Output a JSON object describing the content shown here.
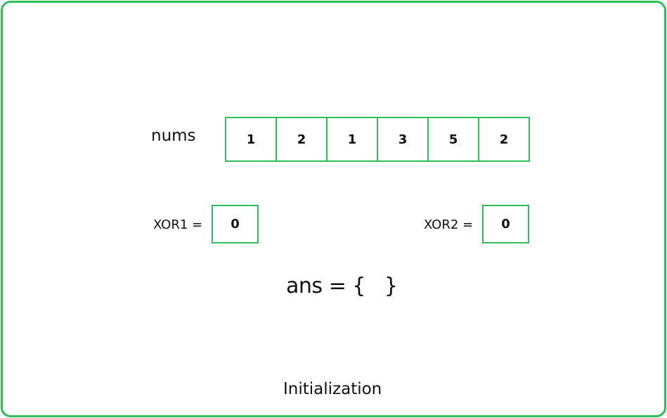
{
  "nums": {
    "label": "nums",
    "values": [
      "1",
      "2",
      "1",
      "3",
      "5",
      "2"
    ]
  },
  "xor1": {
    "label": "XOR1 =",
    "value": "0"
  },
  "xor2": {
    "label": "XOR2 =",
    "value": "0"
  },
  "ans": {
    "text": "ans = {   }"
  },
  "caption": "Initialization",
  "colors": {
    "accent": "#2fbf5a",
    "text": "#111111",
    "background": "#ffffff"
  }
}
